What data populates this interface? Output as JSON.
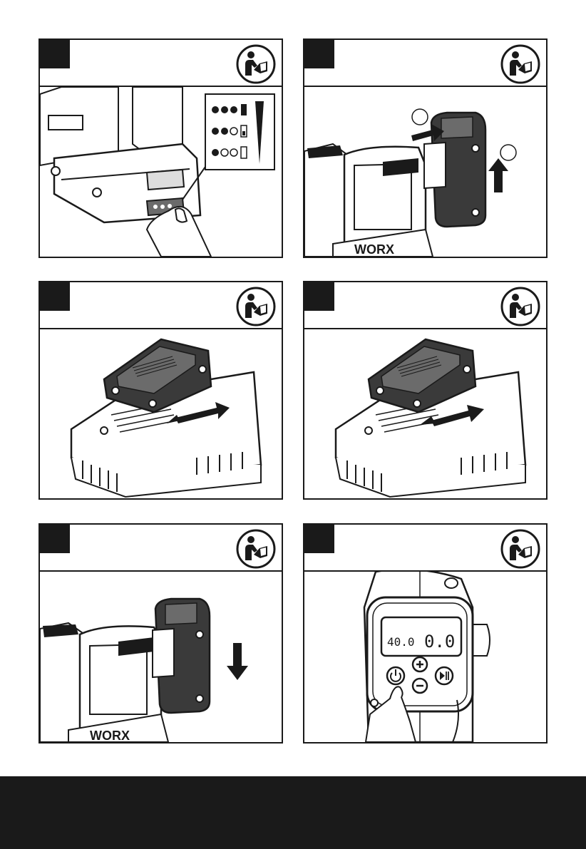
{
  "panels": [
    {
      "step": "",
      "caption": "battery-charge-indicator",
      "icon": "read-manual-icon"
    },
    {
      "step": "",
      "caption": "battery-removal",
      "icon": "read-manual-icon",
      "markers": [
        "",
        ""
      ]
    },
    {
      "step": "",
      "caption": "battery-insert-charger",
      "icon": "read-manual-icon"
    },
    {
      "step": "",
      "caption": "battery-remove-charger",
      "icon": "read-manual-icon"
    },
    {
      "step": "",
      "caption": "battery-install-tool",
      "icon": "read-manual-icon"
    },
    {
      "step": "",
      "caption": "control-panel-power-on",
      "icon": "read-manual-icon"
    }
  ],
  "display": {
    "left_reading": "40.0",
    "right_reading": "0.0"
  },
  "brand_mark": "WORX",
  "colors": {
    "ink": "#1a1a1a",
    "paper": "#ffffff",
    "shade": "#6b6b6b",
    "light": "#d9d9d9"
  }
}
